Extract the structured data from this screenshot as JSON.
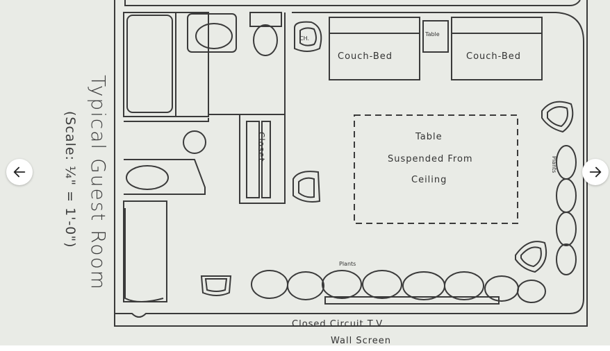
{
  "slide": {
    "title": "Typical Guest Room",
    "scale": "(Scale: ¼\" = 1'-0\")",
    "labels": {
      "couch_bed_left": "Couch-Bed",
      "couch_bed_right": "Couch-Bed",
      "small_table": "Table",
      "table_center_1": "Table",
      "table_center_2": "Suspended From",
      "table_center_3": "Ceiling",
      "closet": "Closet",
      "plants_right": "Plants",
      "plants_bottom": "Plants",
      "chair": "CH.",
      "tv_1": "Closed Circuit T.V.",
      "tv_2": "Wall Screen"
    }
  },
  "nav": {
    "prev_icon": "arrow-left-icon",
    "next_icon": "arrow-right-icon"
  }
}
